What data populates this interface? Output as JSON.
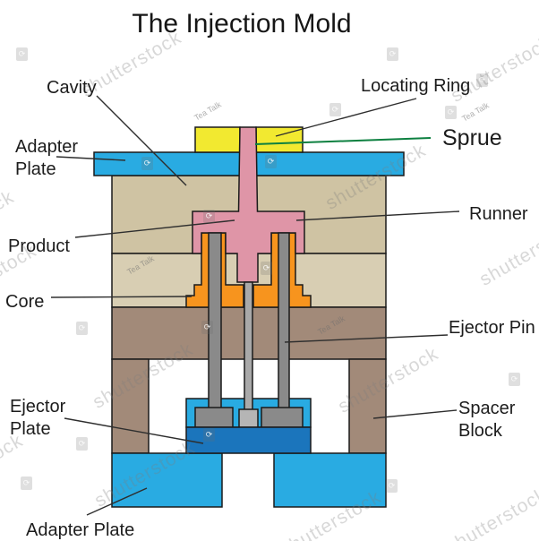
{
  "title": "The Injection Mold",
  "labels": {
    "cavity": "Cavity",
    "locating_ring": "Locating Ring",
    "adapter_plate_top_line1": "Adapter",
    "adapter_plate_top_line2": "Plate",
    "sprue": "Sprue",
    "runner": "Runner",
    "product": "Product",
    "core": "Core",
    "ejector_pin": "Ejector Pin",
    "ejector_plate_line1": "Ejector",
    "ejector_plate_line2": "Plate",
    "spacer_block_line1": "Spacer",
    "spacer_block_line2": "Block",
    "adapter_plate_bottom": "Adapter Plate"
  },
  "colors": {
    "locating_ring_yellow": "#f2e930",
    "adapter_plate_blue": "#29abe2",
    "cavity_plate_tan": "#cfc3a3",
    "core_plate_tan": "#d8ceb3",
    "support_brown": "#a28a79",
    "molded_pink": "#df95a7",
    "core_orange": "#f7941e",
    "pin_gray": "#8a8a8a",
    "pin_center_gray": "#a9a9a9",
    "head_center_gray": "#b5b5b5",
    "ejector_retainer_blue": "#29abe2",
    "ejector_plate_dark_blue": "#1b75bc",
    "bottom_adapter_blue": "#29abe2",
    "sprue_line_green": "#0d8040",
    "leader_line_dark": "#2e2e2e"
  },
  "watermark": {
    "brand": "shutterstock",
    "credit": "Tea Talk"
  },
  "icons": {
    "camera_refresh": "⟳"
  }
}
